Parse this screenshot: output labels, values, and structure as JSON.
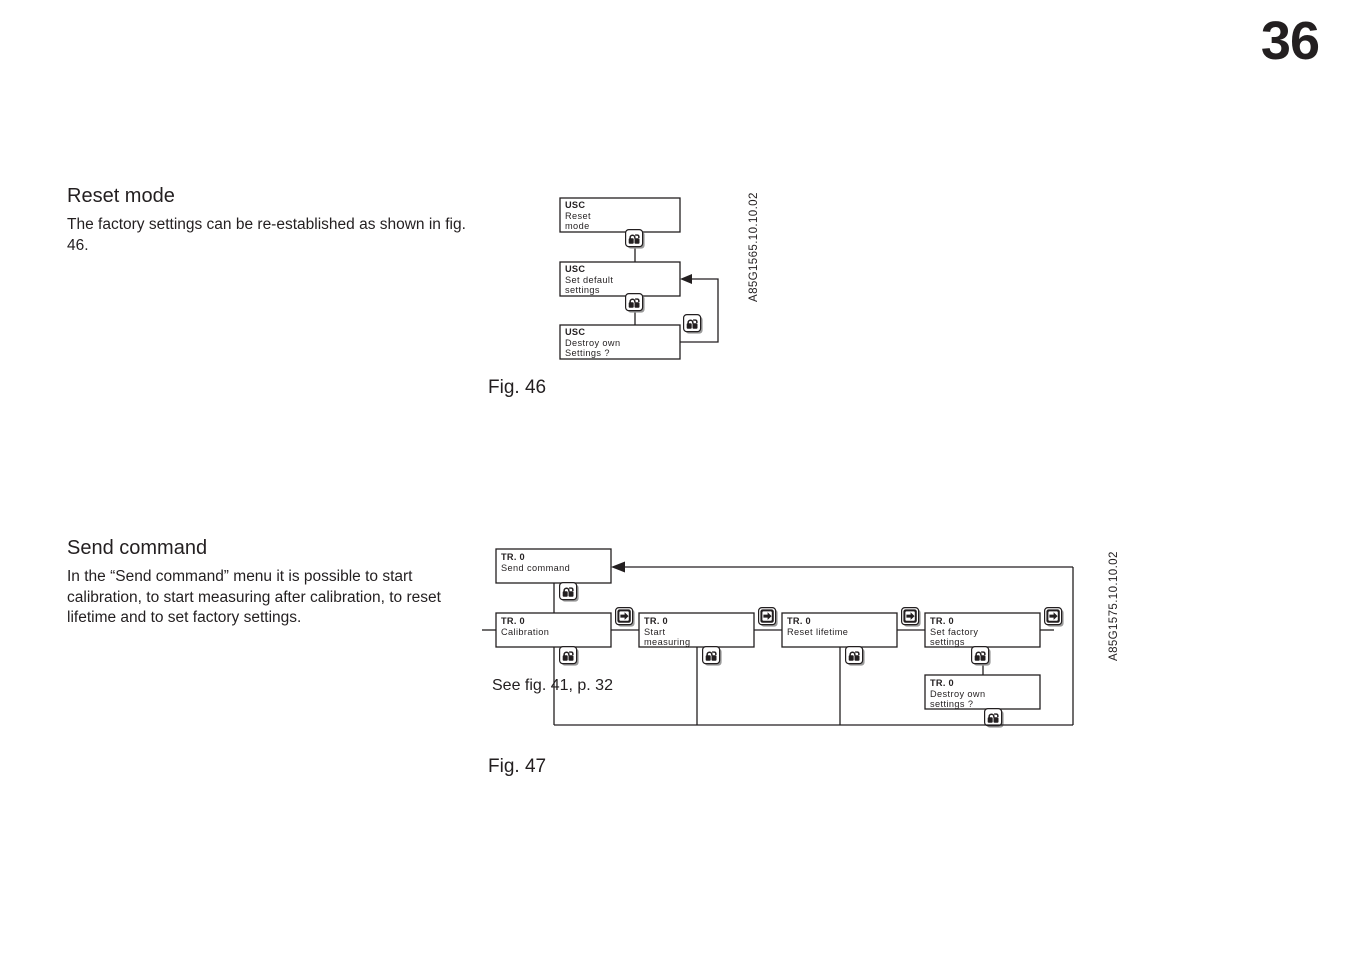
{
  "page": {
    "number": "36"
  },
  "sections": [
    {
      "id": "reset-mode",
      "title": "Reset mode",
      "body": "The factory settings can be re-established as shown in fig. 46."
    },
    {
      "id": "send-command",
      "title": "Send command",
      "body": "In the “Send command” menu it is possible to start calibration, to start measuring after calibration, to reset lifetime and to set factory settings."
    }
  ],
  "figures": [
    {
      "id": "fig46",
      "caption": "Fig. 46",
      "reference_code": "A85G1565.10.10.02",
      "nodes": [
        {
          "id": "n1",
          "title": "USC",
          "lines": [
            "Reset",
            "mode"
          ]
        },
        {
          "id": "n2",
          "title": "USC",
          "lines": [
            "Set default",
            "settings"
          ]
        },
        {
          "id": "n3",
          "title": "USC",
          "lines": [
            "Destroy own",
            "Settings  ?"
          ]
        }
      ],
      "icons": [
        {
          "id": "i1",
          "name": "enter-key-icon"
        },
        {
          "id": "i2",
          "name": "enter-key-icon"
        },
        {
          "id": "i3",
          "name": "enter-key-icon"
        }
      ]
    },
    {
      "id": "fig47",
      "caption": "Fig. 47",
      "reference_code": "A85G1575.10.10.02",
      "note": "See fig. 41, p. 32",
      "nodes": [
        {
          "id": "m0",
          "title": "TR. 0",
          "lines": [
            "Send  command"
          ]
        },
        {
          "id": "m1",
          "title": "TR. 0",
          "lines": [
            "Calibration"
          ]
        },
        {
          "id": "m2",
          "title": "TR. 0",
          "lines": [
            "Start",
            "measuring"
          ]
        },
        {
          "id": "m3",
          "title": "TR. 0",
          "lines": [
            "Reset  lifetime"
          ]
        },
        {
          "id": "m4",
          "title": "TR. 0",
          "lines": [
            "Set factory",
            "settings"
          ]
        },
        {
          "id": "m5",
          "title": "TR. 0",
          "lines": [
            "Destroy own",
            "settings  ?"
          ]
        }
      ],
      "icons": [
        {
          "id": "j0",
          "name": "enter-key-icon"
        },
        {
          "id": "j1",
          "name": "enter-key-icon"
        },
        {
          "id": "j2",
          "name": "enter-key-icon"
        },
        {
          "id": "j3",
          "name": "enter-key-icon"
        },
        {
          "id": "j4",
          "name": "enter-key-icon"
        },
        {
          "id": "j5",
          "name": "enter-key-icon"
        },
        {
          "id": "a1",
          "name": "right-arrow-key-icon"
        },
        {
          "id": "a2",
          "name": "right-arrow-key-icon"
        },
        {
          "id": "a3",
          "name": "right-arrow-key-icon"
        },
        {
          "id": "a4",
          "name": "right-arrow-key-icon"
        }
      ]
    }
  ],
  "colors": {
    "ink": "#231f20",
    "paper": "#ffffff",
    "icon_shadow": "#9a9a9a"
  }
}
